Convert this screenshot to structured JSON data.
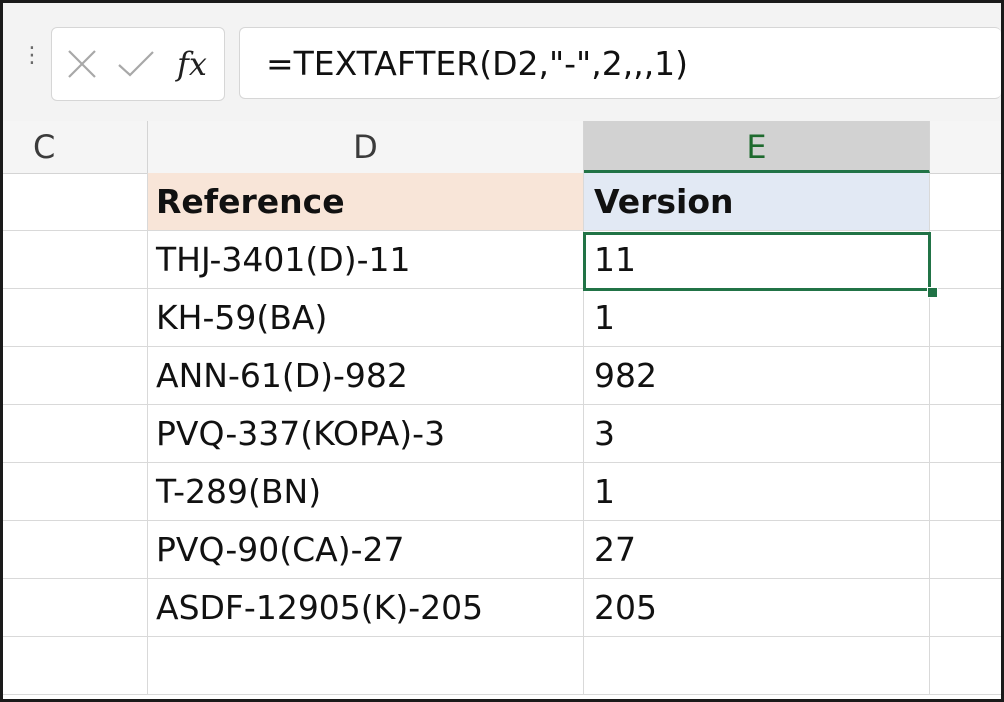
{
  "formula_bar": {
    "formula": "=TEXTAFTER(D2,\"-\",2,,,1)",
    "insert_function_label": "fx"
  },
  "columns": [
    "C",
    "D",
    "E"
  ],
  "table": {
    "headers": [
      "Reference",
      "Version"
    ],
    "rows": [
      [
        "THJ-3401(D)-11",
        "11"
      ],
      [
        "KH-59(BA)",
        "1"
      ],
      [
        "ANN-61(D)-982",
        "982"
      ],
      [
        "PVQ-337(KOPA)-3",
        "3"
      ],
      [
        "T-289(BN)",
        "1"
      ],
      [
        "PVQ-90(CA)-27",
        "27"
      ],
      [
        "ASDF-12905(K)-205",
        "205"
      ]
    ]
  },
  "colors": {
    "selection": "#217346",
    "reference_header_fill": "#f8e5d8",
    "version_header_fill": "#e2e9f4"
  }
}
